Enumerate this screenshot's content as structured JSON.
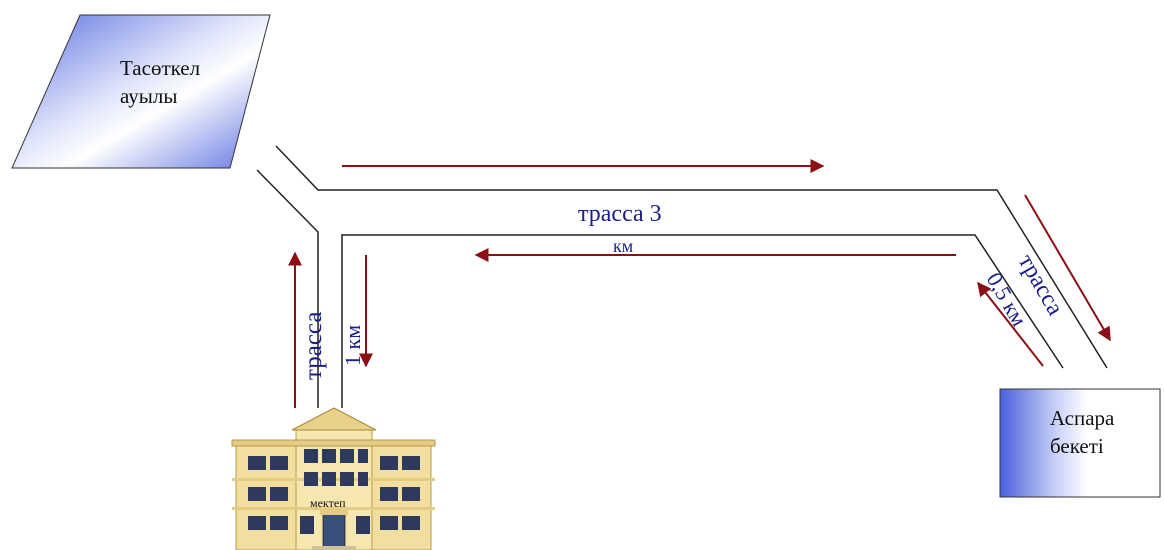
{
  "village": {
    "line1": "Тасөткел",
    "line2": "ауылы"
  },
  "station": {
    "line1": "Аспара",
    "line2": "бекеті"
  },
  "school": {
    "label": "мектеп"
  },
  "road_top": {
    "label_line1": "трасса 3",
    "label_line2": "км"
  },
  "road_vertical": {
    "label_left": "трасса",
    "label_right": "1 км"
  },
  "road_diagonal": {
    "label_outer": "трасса",
    "label_inner": "0,5 км"
  },
  "colors": {
    "arrow": "#8b0f14",
    "label": "#1a1f86",
    "road": "#222222",
    "shape_dark": "#6677dd",
    "shape_light": "#ffffff"
  }
}
